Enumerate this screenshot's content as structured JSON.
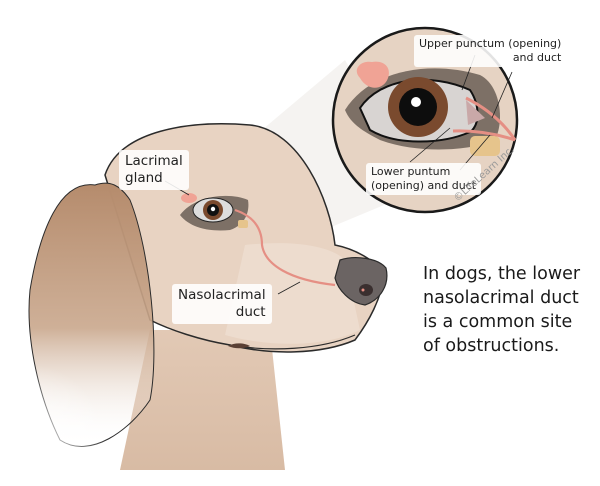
{
  "diagram": {
    "subject": "Dog head anatomy - nasolacrimal system",
    "labels": {
      "lacrimal_gland": "Lacrimal\ngland",
      "nasolacrimal_duct": "Nasolacrimal\nduct",
      "upper_punctum": "Upper punctum (opening)\nand duct",
      "lower_punctum": "Lower puntum\n(opening) and duct"
    },
    "caption": "In dogs, the lower\nnasolacrimal duct\nis a common site\nof obstructions.",
    "copyright": "©LifeLearn Inc.",
    "colors": {
      "fur": "#e8d3c2",
      "ear": "#b58b6c",
      "outline": "#2b2b2b",
      "duct": "#e58f84",
      "gland": "#f0a395",
      "iris": "#7a4a2e",
      "nose": "#6b6463"
    }
  }
}
